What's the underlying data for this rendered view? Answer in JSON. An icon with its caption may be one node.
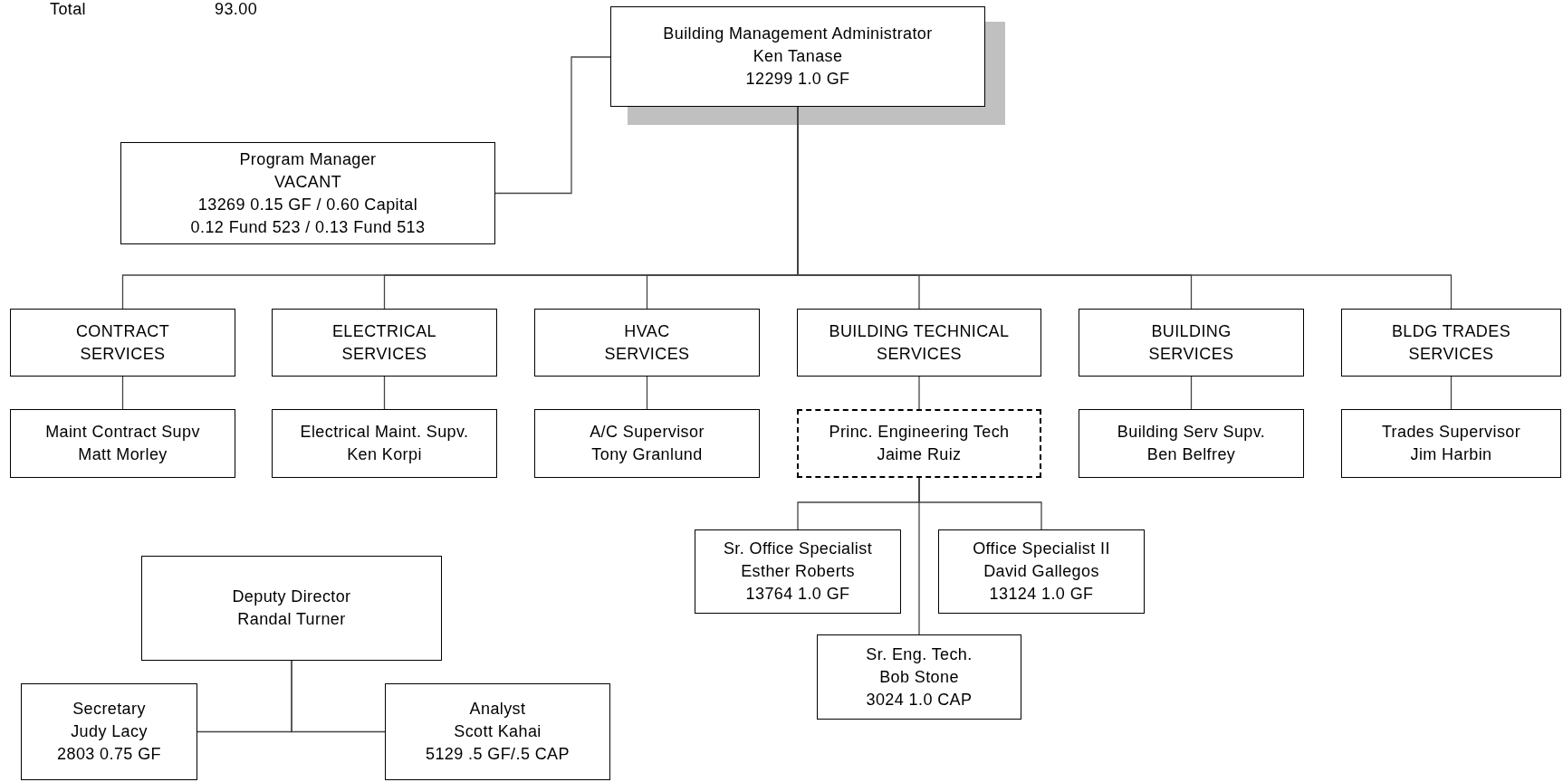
{
  "diagram": {
    "nodes": [
      {
        "text": [
          "Building Management Administrator",
          "Ken Tanase",
          "12299 1.0 GF"
        ]
      },
      {
        "text": [
          "Program Manager",
          "VACANT",
          "13269 0.15 GF / 0.60 Capital",
          "0.12 Fund 523 / 0.13 Fund 513"
        ]
      },
      {
        "text": [
          "CONTRACT SERVICES"
        ]
      },
      {
        "text": [
          "ELECTRICAL SERVICES"
        ]
      },
      {
        "text": [
          "HVAC SERVICES"
        ]
      },
      {
        "text": [
          "BUILDING TECHNICAL SERVICES"
        ]
      },
      {
        "text": [
          "BUILDING SERVICES"
        ]
      },
      {
        "text": [
          "BLDG TRADES SERVICES"
        ]
      },
      {
        "text": [
          "Maint Contract Supv",
          "Matt Morley"
        ]
      },
      {
        "text": [
          "Electrical Maint. Supv.",
          "Ken Korpi"
        ]
      },
      {
        "text": [
          "A/C Supervisor",
          "Tony Granlund"
        ]
      },
      {
        "text": [
          "Princ. Engineering Tech",
          "Jaime Ruiz"
        ]
      },
      {
        "text": [
          "Building Serv Supv.",
          "Ben Belfrey"
        ]
      },
      {
        "text": [
          "Trades Supervisor",
          "Jim Harbin"
        ]
      },
      {
        "text": [
          "Sr. Office Specialist",
          "Esther Roberts",
          "13764 1.0 GF"
        ]
      },
      {
        "text": [
          "Office Specialist II",
          "David Gallegos",
          "13124 1.0 GF"
        ]
      },
      {
        "text": [
          "Sr. Eng. Tech.",
          "Bob Stone",
          "3024 1.0 CAP"
        ]
      },
      {
        "text": [
          "Deputy Director",
          "Randal Turner"
        ]
      },
      {
        "text": [
          "Secretary",
          "Judy Lacy",
          "2803 0.75 GF"
        ]
      },
      {
        "text": [
          "Analyst",
          "Scott Kahai",
          "5129 .5 GF/.5 CAP"
        ]
      }
    ],
    "edges": [
      {
        "from": 0,
        "to": 1,
        "arrow": "none"
      },
      {
        "from": 0,
        "to": 2,
        "arrow": "none"
      },
      {
        "from": 0,
        "to": 3,
        "arrow": "none"
      },
      {
        "from": 0,
        "to": 4,
        "arrow": "none"
      },
      {
        "from": 0,
        "to": 5,
        "arrow": "none"
      },
      {
        "from": 0,
        "to": 6,
        "arrow": "none"
      },
      {
        "from": 0,
        "to": 7,
        "arrow": "none"
      },
      {
        "from": 2,
        "to": 8,
        "arrow": "none"
      },
      {
        "from": 3,
        "to": 9,
        "arrow": "none"
      },
      {
        "from": 4,
        "to": 10,
        "arrow": "none"
      },
      {
        "from": 5,
        "to": 11,
        "arrow": "none"
      },
      {
        "from": 6,
        "to": 12,
        "arrow": "none"
      },
      {
        "from": 7,
        "to": 13,
        "arrow": "none"
      },
      {
        "from": 11,
        "to": 14,
        "arrow": "none"
      },
      {
        "from": 11,
        "to": 15,
        "arrow": "none"
      },
      {
        "from": 11,
        "to": 16,
        "arrow": "none"
      },
      {
        "from": 17,
        "to": 18,
        "arrow": "none"
      },
      {
        "from": 17,
        "to": 19,
        "arrow": "none"
      }
    ],
    "labels": [
      "Total",
      "93.00"
    ]
  }
}
